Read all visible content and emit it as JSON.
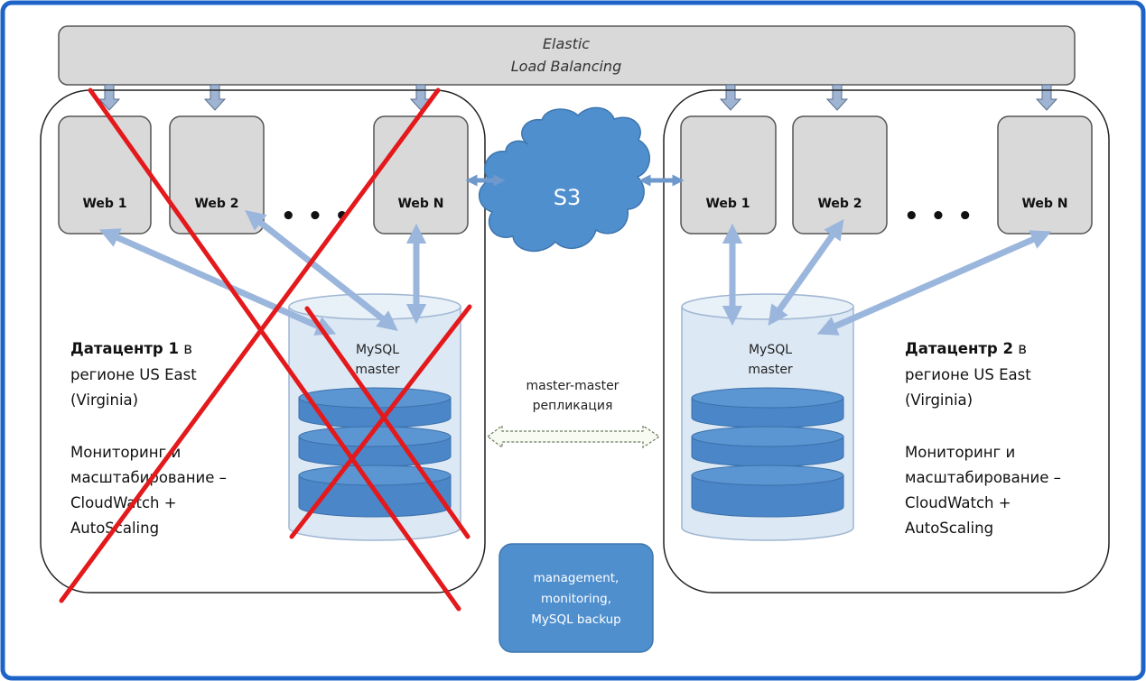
{
  "elb": {
    "line1": "Elastic",
    "line2": "Load Balancing"
  },
  "s3": {
    "label": "S3"
  },
  "dc1": {
    "web": [
      "Web 1",
      "Web 2",
      "Web N"
    ],
    "ellipsis": "• • •",
    "db": {
      "line1": "MySQL",
      "line2": "master"
    },
    "title_bold": "Датацентр 1",
    "title_rest": " в",
    "lines": [
      "регионе US East",
      "(Virginia)",
      "",
      "Мониторинг и",
      "масштабирование –",
      "CloudWatch +",
      "AutoScaling"
    ],
    "status": "crossed-out"
  },
  "dc2": {
    "web": [
      "Web 1",
      "Web 2",
      "Web N"
    ],
    "ellipsis": "• • •",
    "db": {
      "line1": "MySQL",
      "line2": "master"
    },
    "title_bold": "Датацентр 2",
    "title_rest": " в",
    "lines": [
      "регионе US East",
      "(Virginia)",
      "",
      "Мониторинг и",
      "масштабирование –",
      "CloudWatch +",
      "AutoScaling"
    ]
  },
  "replication": {
    "line1": "master-master",
    "line2": "репликация"
  },
  "management": {
    "line1": "management,",
    "line2": "monitoring,",
    "line3": "MySQL backup"
  },
  "colors": {
    "frame_border": "#1e64c8",
    "gray_box": "#d9d9d9",
    "db_body": "#dce8f4",
    "db_disk": "#4a86c8",
    "arrow": "#9bb6dc",
    "cloud": "#4f8fce",
    "cross": "#e3191c"
  }
}
